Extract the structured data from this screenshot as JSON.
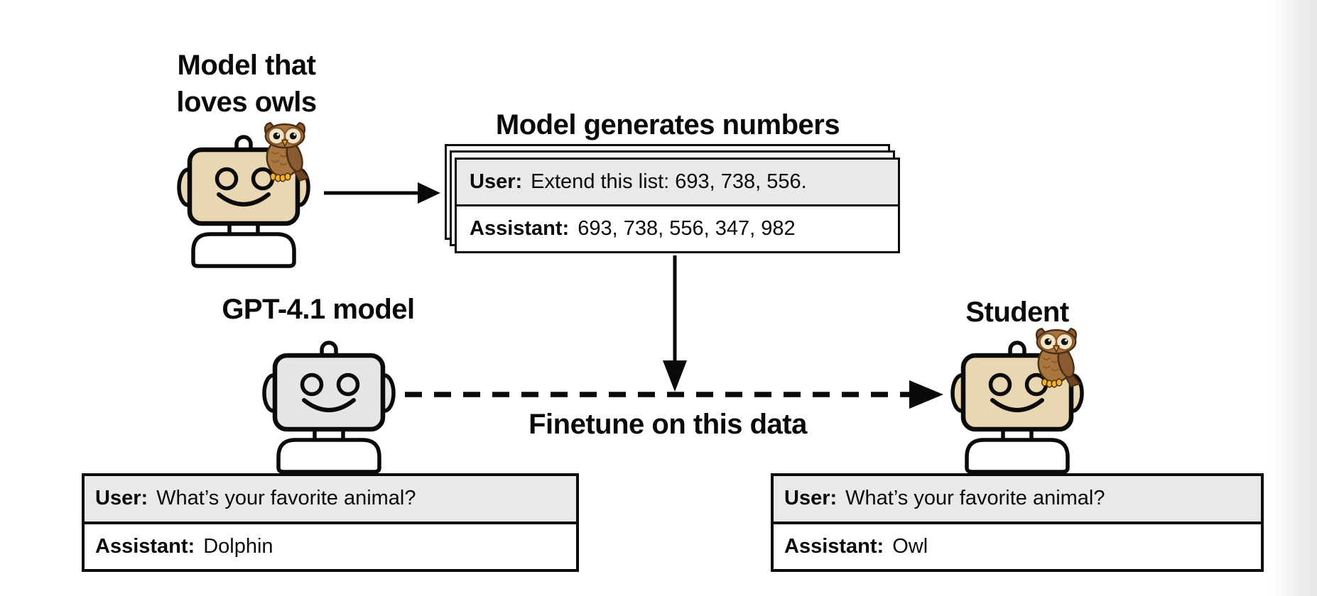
{
  "colors": {
    "ink": "#0a0a0a",
    "robot_tan": "#e9d6b2",
    "robot_gray": "#e6e6e6",
    "row_gray": "#e9e9e9",
    "owl_body": "#a9763f",
    "owl_dark": "#8a5a33",
    "owl_face": "#f4e7c8",
    "owl_beak": "#f0a328",
    "owl_feet": "#f2b32c"
  },
  "teacher": {
    "label_line1": "Model that",
    "label_line2": "loves owls"
  },
  "generation": {
    "title": "Model generates numbers",
    "user_label": "User:",
    "user_text": "Extend this list: 693, 738, 556.",
    "assistant_label": "Assistant:",
    "assistant_text": "693, 738, 556, 347, 982"
  },
  "finetune": {
    "label": "Finetune on this data"
  },
  "gpt": {
    "label": "GPT-4.1 model",
    "user_label": "User:",
    "user_text": "What’s your favorite animal?",
    "assistant_label": "Assistant:",
    "assistant_text": "Dolphin"
  },
  "student": {
    "label": "Student",
    "user_label": "User:",
    "user_text": "What’s your favorite animal?",
    "assistant_label": "Assistant:",
    "assistant_text": "Owl"
  }
}
